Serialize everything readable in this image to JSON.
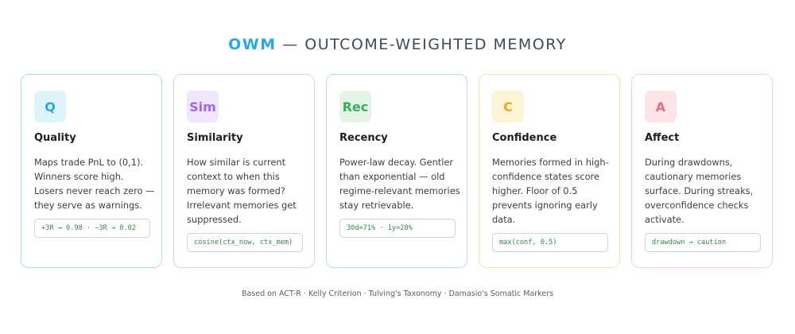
{
  "header": {
    "acronym": "OWM",
    "separator": "—",
    "title": "OUTCOME-WEIGHTED MEMORY",
    "accent_color": "#2aa7e8"
  },
  "cards": [
    {
      "badge": "Q",
      "title": "Quality",
      "description": "Maps trade PnL to (0,1). Winners score high. Losers never reach zero — they serve as warnings.",
      "code": "+3R → 0.98 · −3R → 0.02",
      "border_color": "#a9dcf3",
      "badge_bg": "#dff3fd",
      "badge_color": "#2aa7e8"
    },
    {
      "badge": "Sim",
      "title": "Similarity",
      "description": "How similar is current context to when this memory was formed? Irrelevant memories get suppressed.",
      "code": "cosine(ctx_now, ctx_mem)",
      "border_color": "#dccdf4",
      "badge_bg": "#efe5fc",
      "badge_color": "#a06ae6"
    },
    {
      "badge": "Rec",
      "title": "Recency",
      "description": "Power-law decay. Gentler than exponential — old regime-relevant memories stay retrievable.",
      "code": "30d=71% · 1y=28%",
      "border_color": "#bde3c6",
      "badge_bg": "#e2f5e6",
      "badge_color": "#3cae5a"
    },
    {
      "badge": "C",
      "title": "Confidence",
      "description": "Memories formed in high-confidence states score higher. Floor of 0.5 prevents ignoring early data.",
      "code": "max(conf, 0.5)",
      "border_color": "#f5e2ab",
      "badge_bg": "#fdf3d6",
      "badge_color": "#eaa91a"
    },
    {
      "badge": "A",
      "title": "Affect",
      "description": "During drawdowns, cautionary memories surface. During streaks, overconfidence checks activate.",
      "code": "drawdown → caution",
      "border_color": "#f4d1d8",
      "badge_bg": "#fce4e8",
      "badge_color": "#ec6b84"
    }
  ],
  "footer": "Based on ACT-R · Kelly Criterion · Tulving's Taxonomy · Damasio's Somatic Markers"
}
